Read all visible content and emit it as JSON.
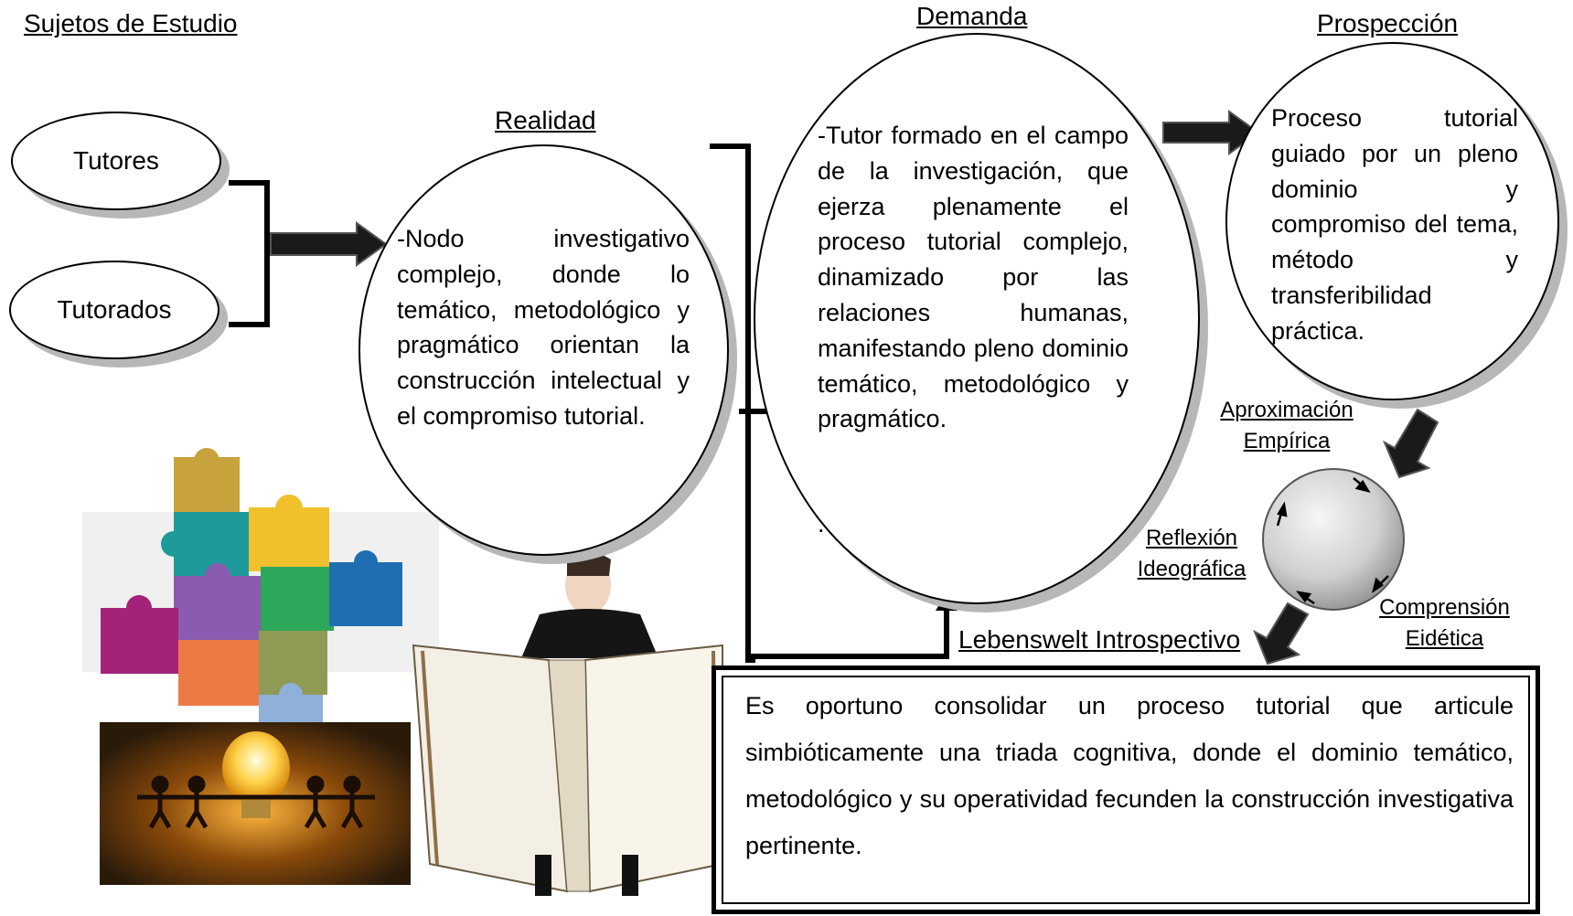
{
  "headings": {
    "subjects": "Sujetos de Estudio",
    "reality": "Realidad",
    "demand": "Demanda",
    "prospection": "Prospección"
  },
  "subjects": {
    "tutors": "Tutores",
    "tutored": "Tutorados"
  },
  "reality_text": "-Nodo investigativo complejo, donde lo temático, metodológico y pragmático orientan la construcción intelectual y el compromiso tutorial.",
  "demand_text": "-Tutor formado en el campo de la investigación, que ejerza plenamente el proceso tutorial complejo, dinamizado por las relaciones humanas, manifestando pleno dominio temático, metodológico y pragmático.",
  "demand_dot": ".",
  "prospection_text": "Proceso tutorial guiado por un pleno dominio y compromiso del tema, método y transferibilidad práctica.",
  "cycle": {
    "top_line1": "Aproximación",
    "top_line2": "Empírica",
    "left_line1": "Reflexión",
    "left_line2": "Ideográfica",
    "right_line1": "Comprensión",
    "right_line2": "Eidética"
  },
  "lebenswelt": "Lebenswelt Introspectivo",
  "conclusion_text": "Es oportuno consolidar un proceso tutorial que articule simbióticamente una triada cognitiva, donde el dominio temático, metodológico y su operatividad fecunden la construcción investigativa pertinente.",
  "colors": {
    "shadow": "#b7b7b7",
    "arrow": "#1a1a1a",
    "sphere_light": "#f4f4f4",
    "sphere_dark": "#9a9a9a"
  }
}
